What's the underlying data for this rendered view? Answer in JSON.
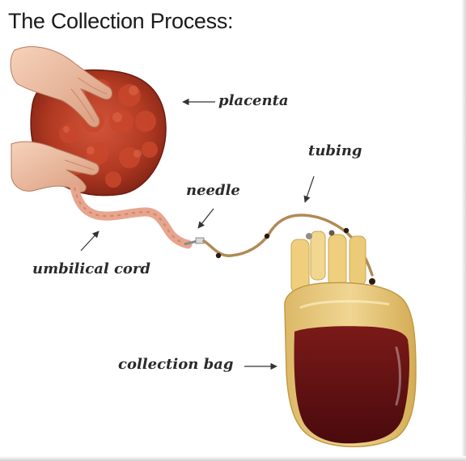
{
  "title": "The Collection Process:",
  "labels": {
    "placenta": "placenta",
    "tubing": "tubing",
    "needle": "needle",
    "umbilical_cord": "umbilical cord",
    "collection_bag": "collection bag"
  },
  "colors": {
    "placenta": "#b23a22",
    "skin": "#f2c2a6",
    "blood": "#5e0f12",
    "bag_plastic": "#e8c77a",
    "tubing": "#b08a55"
  }
}
